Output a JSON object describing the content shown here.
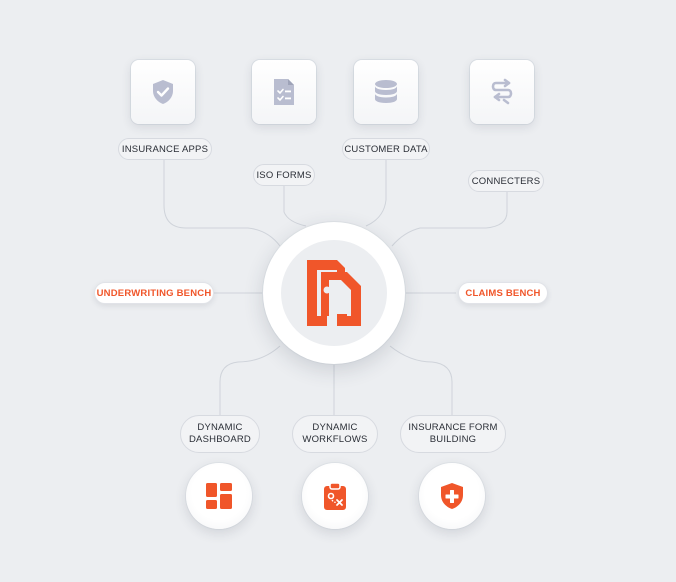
{
  "top_tiles": [
    {
      "icon": "shield-check-icon",
      "label": "INSURANCE APPS"
    },
    {
      "icon": "form-checklist-icon",
      "label": "ISO FORMS"
    },
    {
      "icon": "database-icon",
      "label": "CUSTOMER DATA"
    },
    {
      "icon": "arrows-exchange-icon",
      "label": "CONNECTERS"
    }
  ],
  "side_labels": {
    "left": "UNDERWRITING BENCH",
    "right": "CLAIMS BENCH"
  },
  "bottom_items": [
    {
      "icon": "dashboard-grid-icon",
      "label_line1": "DYNAMIC",
      "label_line2": "DASHBOARD"
    },
    {
      "icon": "clipboard-workflow-icon",
      "label_line1": "DYNAMIC",
      "label_line2": "WORKFLOWS"
    },
    {
      "icon": "shield-plus-icon",
      "label_line1": "INSURANCE FORM",
      "label_line2": "BUILDING"
    }
  ],
  "hub": {
    "icon": "brand-logo-icon"
  },
  "colors": {
    "accent": "#f0562a",
    "icon_gray": "#b9bdd0",
    "line_gray": "#cfd3da",
    "background": "#eceef1"
  }
}
